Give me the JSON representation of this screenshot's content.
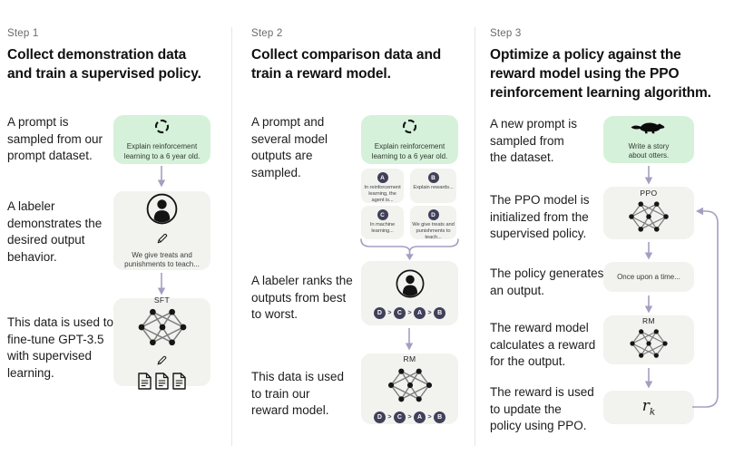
{
  "colors": {
    "prompt_green": "#d6f1da",
    "panel_gray": "#f2f2ef",
    "badge_navy": "#40405a",
    "arrow_purple": "#a39fc2"
  },
  "step1": {
    "label": "Step 1",
    "heading": "Collect demonstration data\nand train a supervised policy.",
    "row1_text": "A prompt is\nsampled from our\nprompt dataset.",
    "prompt_box_text": "Explain reinforcement\nlearning to a 6 year old.",
    "row2_text": "A labeler\ndemonstrates the\ndesired output\nbehavior.",
    "labeler_box_text": "We give treats and\npunishments to teach...",
    "row3_text": "This data is used to\nfine-tune GPT-3.5\nwith supervised\nlearning.",
    "model_box_label": "SFT"
  },
  "step2": {
    "label": "Step 2",
    "heading": "Collect comparison data and\ntrain a reward model.",
    "row1_text": "A prompt and\nseveral model\noutputs are\nsampled.",
    "prompt_box_text": "Explain reinforcement\nlearning to a 6 year old.",
    "outputs": [
      {
        "id": "A",
        "text": "In reinforcement\nlearning, the\nagent is..."
      },
      {
        "id": "B",
        "text": "Explain rewards..."
      },
      {
        "id": "C",
        "text": "In machine\nlearning..."
      },
      {
        "id": "D",
        "text": "We give treats and\npunishments to\nteach..."
      }
    ],
    "row2_text": "A labeler ranks the\noutputs from best\nto worst.",
    "ranking": [
      "D",
      "C",
      "A",
      "B"
    ],
    "rank_sep": ">",
    "row3_text": "This data is used\nto train our\nreward model.",
    "model_box_label": "RM"
  },
  "step3": {
    "label": "Step 3",
    "heading": "Optimize a policy against the\nreward model using the PPO\nreinforcement learning algorithm.",
    "row1_text": "A new prompt is\nsampled from\nthe dataset.",
    "prompt_box_text": "Write a story\nabout otters.",
    "row2_text": "The PPO model is\ninitialized from the\nsupervised policy.",
    "ppo_box_label": "PPO",
    "row3_text": "The policy generates\nan output.",
    "output_box_text": "Once upon a time...",
    "row4_text": "The reward model\ncalculates a reward\nfor the output.",
    "rm_box_label": "RM",
    "row5_text": "The reward is used\nto update the\npolicy using PPO.",
    "reward_symbol": {
      "main": "r",
      "sub": "k"
    }
  }
}
